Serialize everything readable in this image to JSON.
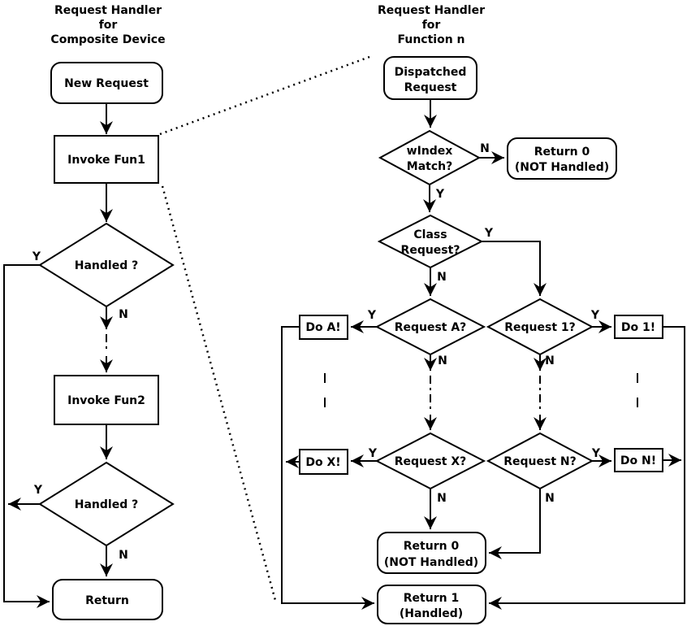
{
  "labels": {
    "yes": "Y",
    "no": "N"
  },
  "colors": {
    "line": "#000000",
    "text": "#000000",
    "background": "#ffffff"
  },
  "left_chart": {
    "title": [
      "Request Handler",
      "for",
      "Composite Device"
    ],
    "nodes": {
      "new_request": "New Request",
      "invoke_fun1": "Invoke Fun1",
      "handled_1": "Handled ?",
      "invoke_fun2": "Invoke Fun2",
      "handled_2": "Handled ?",
      "return": "Return"
    }
  },
  "right_chart": {
    "title": [
      "Request Handler",
      "for",
      "Function n"
    ],
    "nodes": {
      "dispatched_request": [
        "Dispatched",
        "Request"
      ],
      "windex_match": [
        "wIndex",
        "Match?"
      ],
      "return_0_top": [
        "Return 0",
        "(NOT Handled)"
      ],
      "class_request": [
        "Class",
        "Request?"
      ],
      "request_a": "Request A?",
      "request_1": "Request 1?",
      "do_a": "Do A!",
      "do_1": "Do 1!",
      "request_x": "Request X?",
      "request_n": "Request N?",
      "do_x": "Do X!",
      "do_n": "Do N!",
      "return_0_bottom": [
        "Return 0",
        "(NOT Handled)"
      ],
      "return_1": [
        "Return 1",
        "(Handled)"
      ]
    }
  }
}
